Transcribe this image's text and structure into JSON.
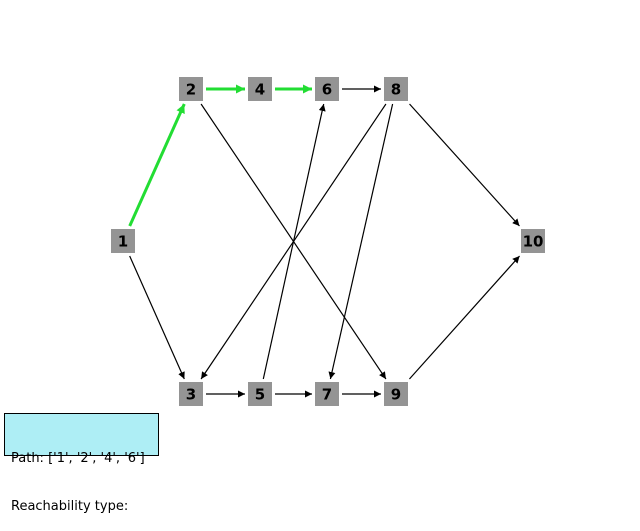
{
  "graph": {
    "nodes": [
      "1",
      "2",
      "3",
      "4",
      "5",
      "6",
      "7",
      "8",
      "9",
      "10"
    ],
    "edges": [
      {
        "from": "1",
        "to": "2",
        "highlight": true
      },
      {
        "from": "2",
        "to": "4",
        "highlight": true
      },
      {
        "from": "4",
        "to": "6",
        "highlight": true
      },
      {
        "from": "1",
        "to": "3",
        "highlight": false
      },
      {
        "from": "2",
        "to": "9",
        "highlight": false
      },
      {
        "from": "3",
        "to": "5",
        "highlight": false
      },
      {
        "from": "5",
        "to": "6",
        "highlight": false
      },
      {
        "from": "5",
        "to": "7",
        "highlight": false
      },
      {
        "from": "6",
        "to": "8",
        "highlight": false
      },
      {
        "from": "7",
        "to": "9",
        "highlight": false
      },
      {
        "from": "8",
        "to": "3",
        "highlight": false
      },
      {
        "from": "8",
        "to": "7",
        "highlight": false
      },
      {
        "from": "8",
        "to": "10",
        "highlight": false
      },
      {
        "from": "9",
        "to": "10",
        "highlight": false
      }
    ]
  },
  "info": {
    "path_line": "Path: ['1', '2', '4', '6']",
    "reachability_line": "Reachability type: "
  },
  "colors": {
    "node_fill": "#949494",
    "edge": "#000000",
    "highlight_edge": "#22dd33",
    "info_bg": "#aeeef5"
  }
}
